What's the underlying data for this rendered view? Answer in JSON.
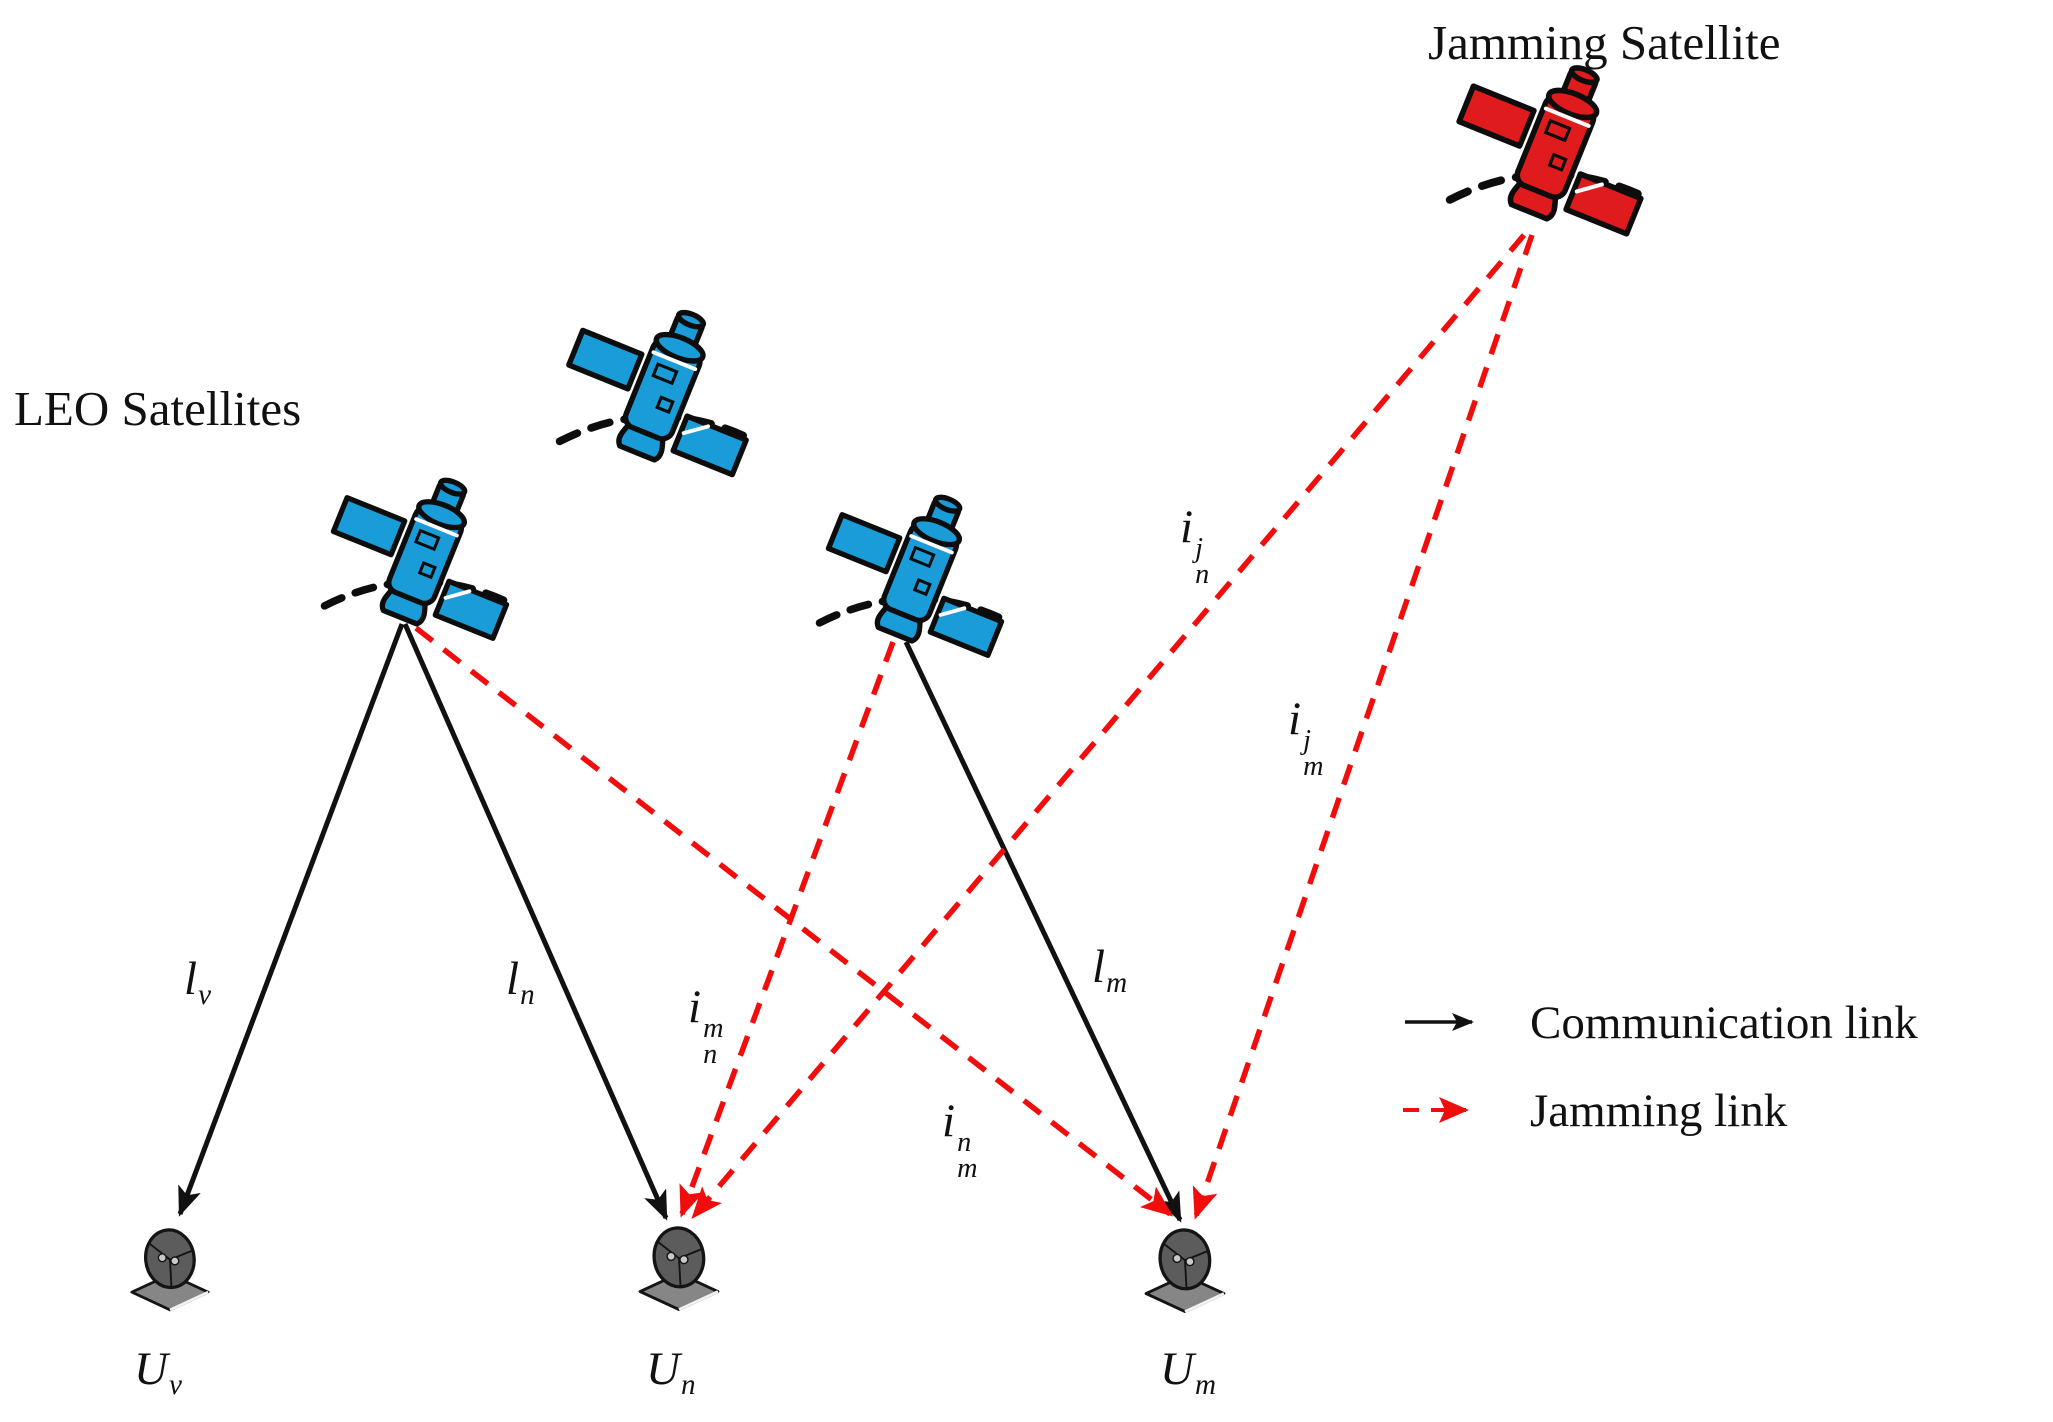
{
  "titles": {
    "leo": "LEO Satellites",
    "jammer": "Jamming Satellite"
  },
  "colors": {
    "ink": "#111111",
    "leo_blue": "#1a9cd8",
    "jam_sat_red": "#df1b1d",
    "jam_link_red": "#f20d0d",
    "dish_gray": "#5c5c5c",
    "platform_gray": "#868686"
  },
  "legend": {
    "comm": {
      "label": "Communication link",
      "style": "solid-black-arrow"
    },
    "jam": {
      "label": "Jamming link",
      "style": "dashed-red-arrow"
    }
  },
  "users": {
    "uv": {
      "base": "U",
      "sub": "v"
    },
    "un": {
      "base": "U",
      "sub": "n"
    },
    "um": {
      "base": "U",
      "sub": "m"
    }
  },
  "links": {
    "lv": {
      "base": "l",
      "sub": "v",
      "type": "communication",
      "from": "leo-satellite-left",
      "to": "user-v"
    },
    "ln": {
      "base": "l",
      "sub": "n",
      "type": "communication",
      "from": "leo-satellite-left",
      "to": "user-n"
    },
    "lm": {
      "base": "l",
      "sub": "m",
      "type": "communication",
      "from": "leo-satellite-middle",
      "to": "user-m"
    },
    "inm": {
      "base": "i",
      "sub": "n",
      "sup": "m",
      "type": "jamming",
      "from": "leo-satellite-middle",
      "to": "user-n"
    },
    "imn": {
      "base": "i",
      "sub": "m",
      "sup": "n",
      "type": "jamming",
      "from": "leo-satellite-left",
      "to": "user-m"
    },
    "inj": {
      "base": "i",
      "sub": "n",
      "sup": "j",
      "type": "jamming",
      "from": "jamming-satellite",
      "to": "user-n"
    },
    "imj": {
      "base": "i",
      "sub": "m",
      "sup": "j",
      "type": "jamming",
      "from": "jamming-satellite",
      "to": "user-m"
    }
  }
}
